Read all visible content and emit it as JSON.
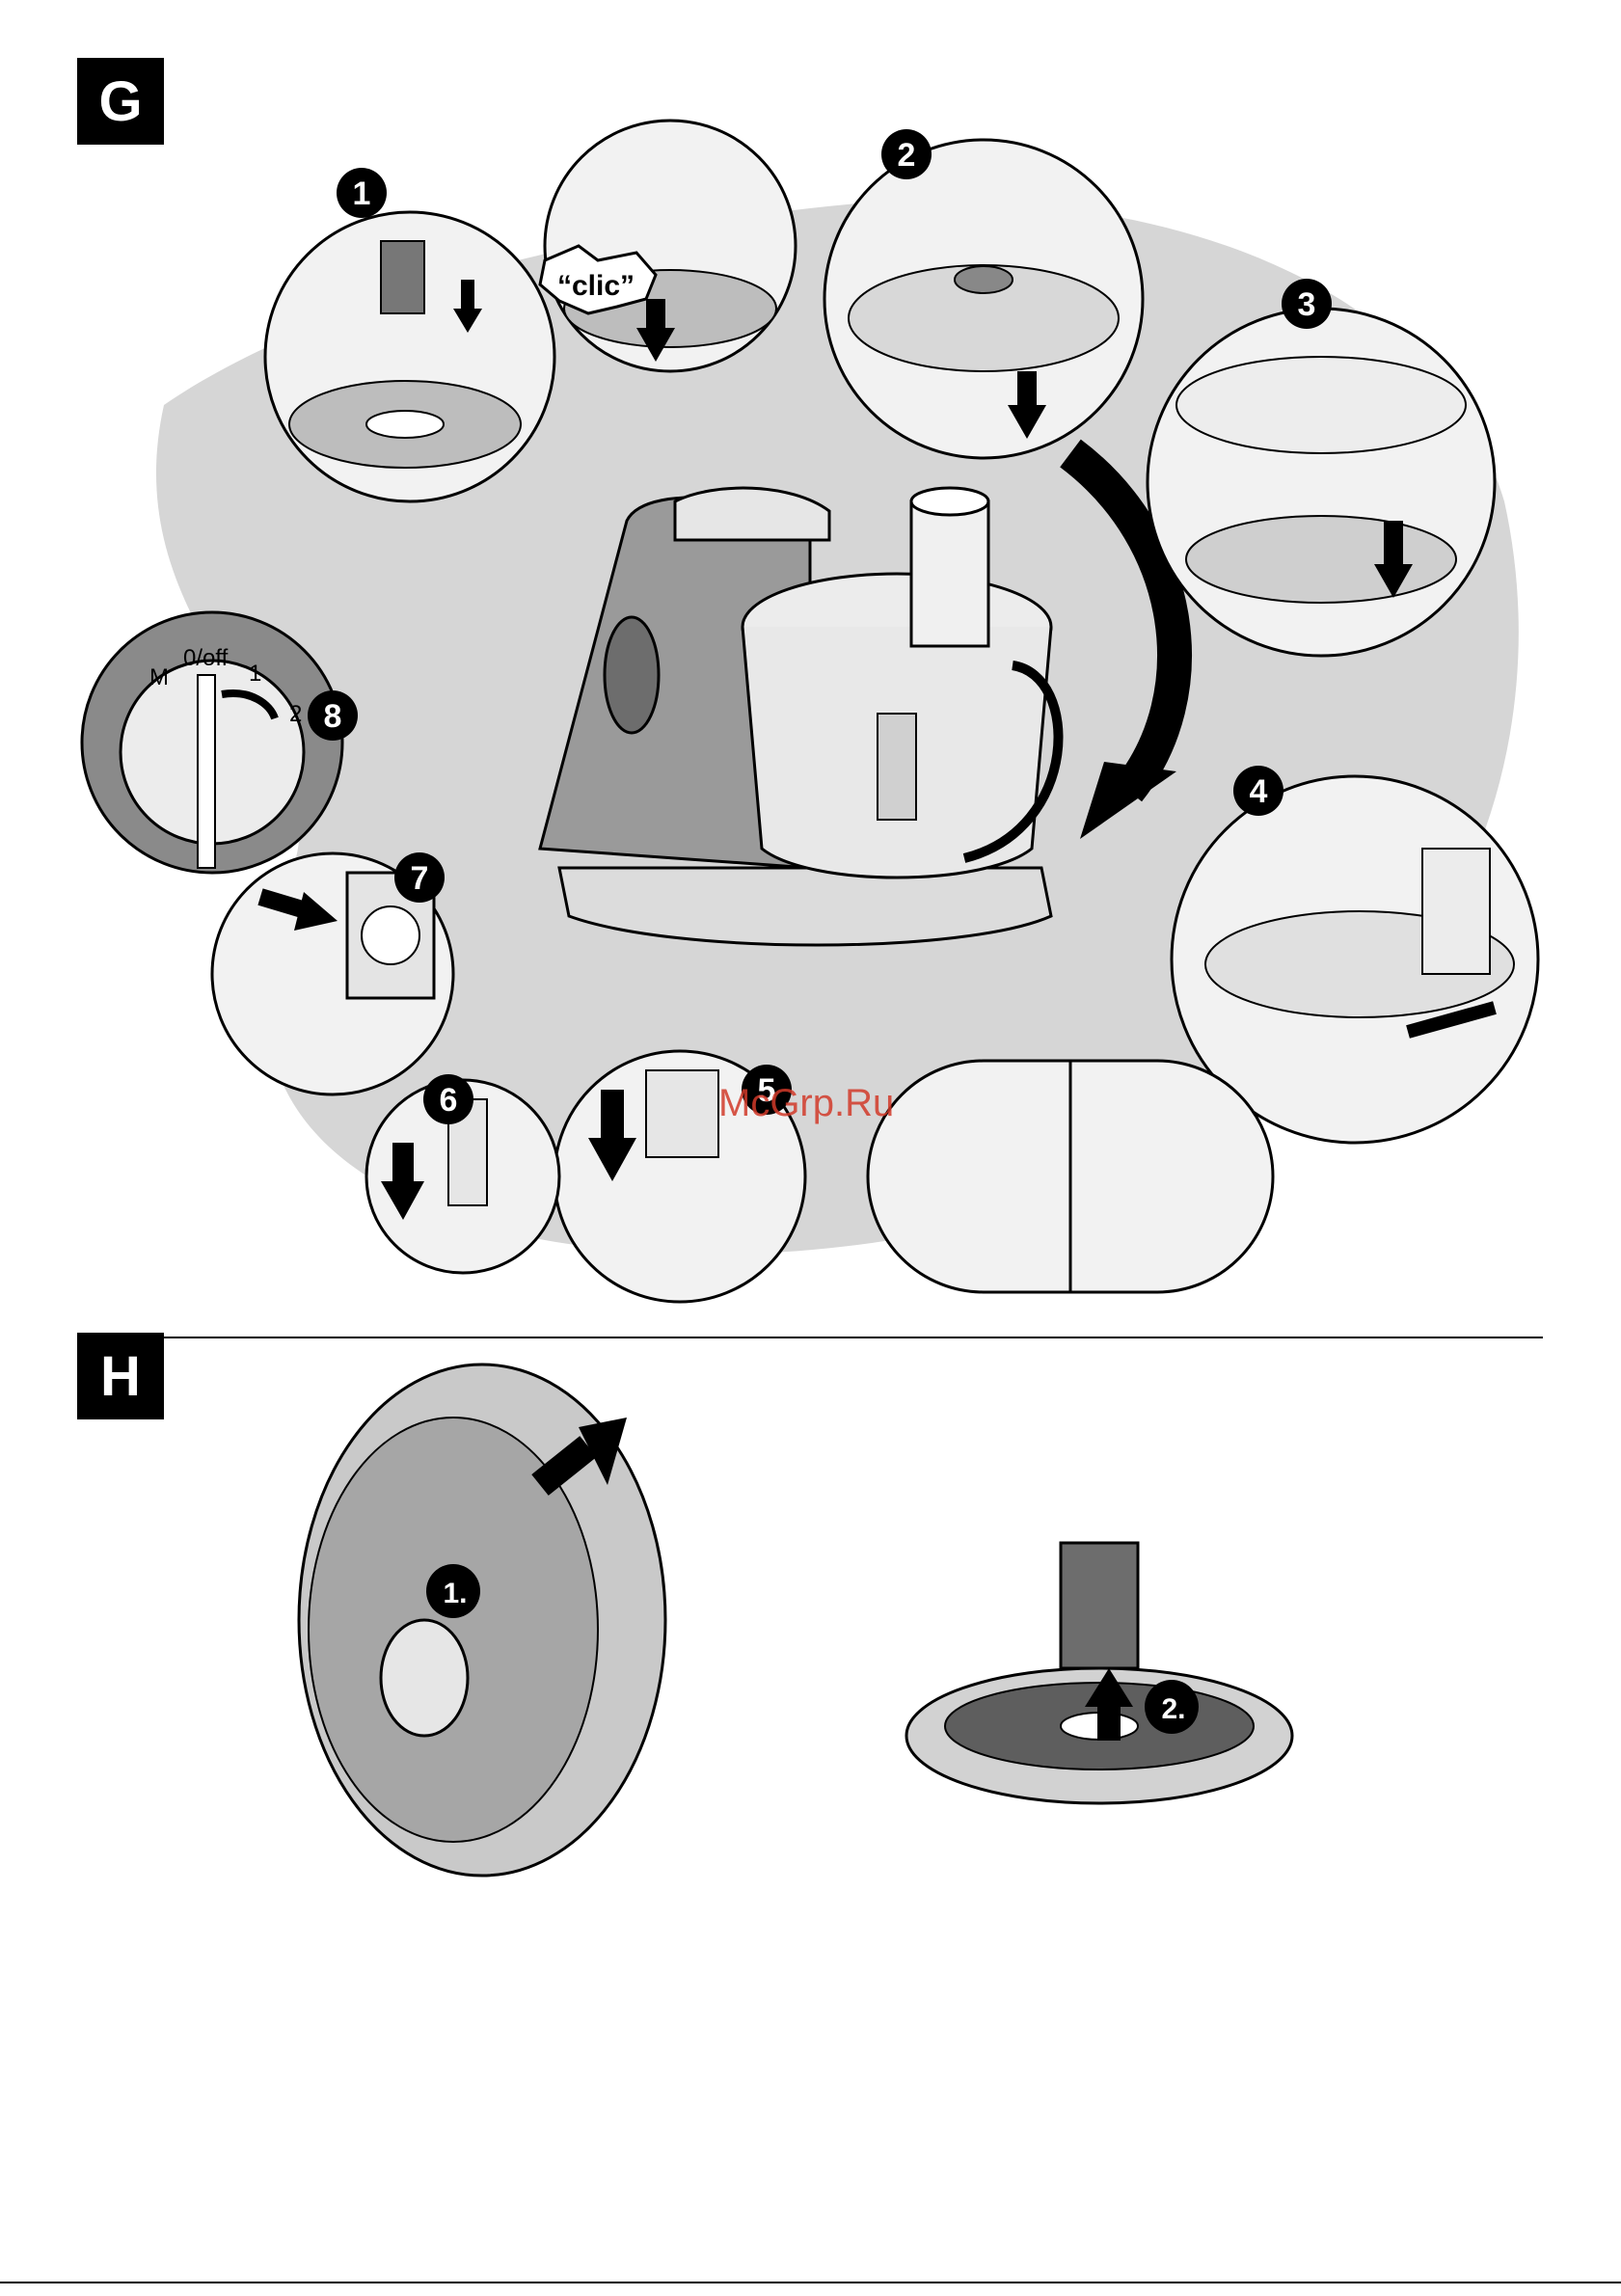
{
  "sections": {
    "g": "G",
    "h": "H"
  },
  "steps": [
    "1",
    "2",
    "3",
    "4",
    "5",
    "6",
    "7",
    "8"
  ],
  "clic": "“clic”",
  "dial": {
    "m": "M",
    "off": "0/off",
    "one": "1",
    "two": "2"
  },
  "substeps": [
    "1.",
    "2."
  ],
  "watermark": "McGrp.Ru",
  "colors": {
    "ink": "#000000",
    "shade": "#c8c8c8",
    "accent": "#d23a2a"
  }
}
